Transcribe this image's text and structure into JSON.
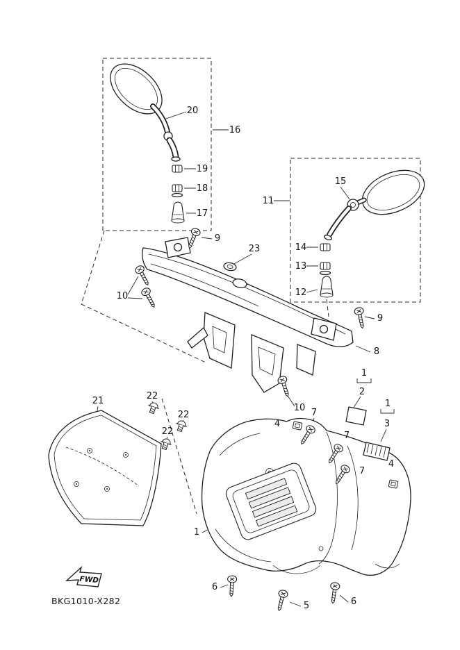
{
  "diagram": {
    "code": "BKG1010-X282",
    "fwd_label": "FWD",
    "colors": {
      "ink": "#1f1f1f",
      "background": "#ffffff"
    },
    "callouts": [
      {
        "label": "20"
      },
      {
        "label": "16"
      },
      {
        "label": "19"
      },
      {
        "label": "18"
      },
      {
        "label": "17"
      },
      {
        "label": "9"
      },
      {
        "label": "23"
      },
      {
        "label": "15"
      },
      {
        "label": "11"
      },
      {
        "label": "14"
      },
      {
        "label": "13"
      },
      {
        "label": "12"
      },
      {
        "label": "10"
      },
      {
        "label": "9"
      },
      {
        "label": "8"
      },
      {
        "label": "1"
      },
      {
        "label": "2"
      },
      {
        "label": "1"
      },
      {
        "label": "3"
      },
      {
        "label": "21"
      },
      {
        "label": "22"
      },
      {
        "label": "22"
      },
      {
        "label": "22"
      },
      {
        "label": "4"
      },
      {
        "label": "7"
      },
      {
        "label": "7"
      },
      {
        "label": "7"
      },
      {
        "label": "10"
      },
      {
        "label": "4"
      },
      {
        "label": "1"
      },
      {
        "label": "6"
      },
      {
        "label": "5"
      },
      {
        "label": "6"
      }
    ]
  }
}
